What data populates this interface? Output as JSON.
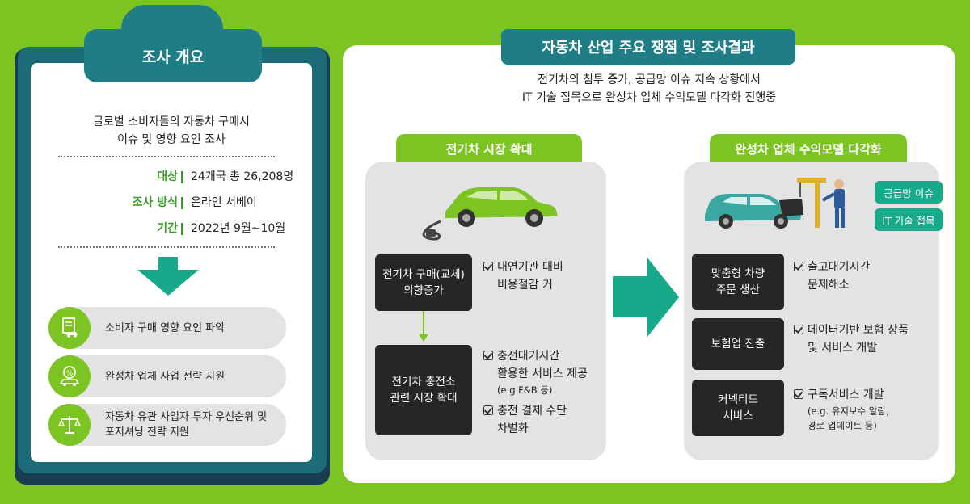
{
  "overview": {
    "title": "조사 개요",
    "purpose_line1": "글로벌 소비자들의 자동차 구매시",
    "purpose_line2": "이슈 및 영향 요인 조사",
    "rows": [
      {
        "key": "대상",
        "value": "24개국 총 26,208명"
      },
      {
        "key": "조사 방식",
        "value": "온라인 서베이"
      },
      {
        "key": "기간",
        "value": "2022년 9월~10월"
      }
    ],
    "uses": [
      {
        "icon": "document-car-icon",
        "text": "소비자 구매 영향 요인 파악"
      },
      {
        "icon": "car-coin-icon",
        "text": "완성차 업체 사업 전략 지원"
      },
      {
        "icon": "scale-icon",
        "text_line1": "자동차 유관 사업자 투자 우선순위 및",
        "text_line2": "포지셔닝 전략 지원"
      }
    ]
  },
  "main": {
    "title": "자동차 산업 주요 쟁점 및 조사결과",
    "subtitle_line1": "전기차의 침투 증가, 공급망 이슈 지속 상황에서",
    "subtitle_line2": "IT 기술 접목으로 완성차 업체 수익모델 다각화 진행중",
    "ev": {
      "tab": "전기차 시장 확대",
      "box1_line1": "전기차 구매(교체)",
      "box1_line2": "의향증가",
      "box2_line1": "전기차 충전소",
      "box2_line2": "관련 시장 확대",
      "b1_line1": "내연기관 대비",
      "b1_line2": "비용절감 커",
      "b2_line1": "충전대기시간",
      "b2_line2": "활용한 서비스 제공",
      "b2_line3": "(e.g F&B 등)",
      "b3_line1": "충전 결제 수단",
      "b3_line2": "차별화"
    },
    "oem": {
      "tab": "완성차 업체 수익모델 다각화",
      "tag1": "공급망 이슈",
      "tag2": "IT 기술 접목",
      "box1_line1": "맞춤형 차량",
      "box1_line2": "주문 생산",
      "box2": "보험업 진출",
      "box3_line1": "커넥티드",
      "box3_line2": "서비스",
      "b1_line1": "출고대기시간",
      "b1_line2": "문제해소",
      "b2_line1": "데이터기반 보험 상품",
      "b2_line2": "및 서비스 개발",
      "b3_line1": "구독서비스 개발",
      "b3_line2": "(e.g. 유지보수 알람,",
      "b3_line3": "경로 업데이트 등)"
    }
  },
  "colors": {
    "background": "#7cc421",
    "teal": "#1f7d86",
    "navy": "#1b3d52",
    "arrow": "#17a98a",
    "accent_green": "#3a9a2a",
    "dark_box": "#262626",
    "light_gray": "#e3e3e3"
  }
}
